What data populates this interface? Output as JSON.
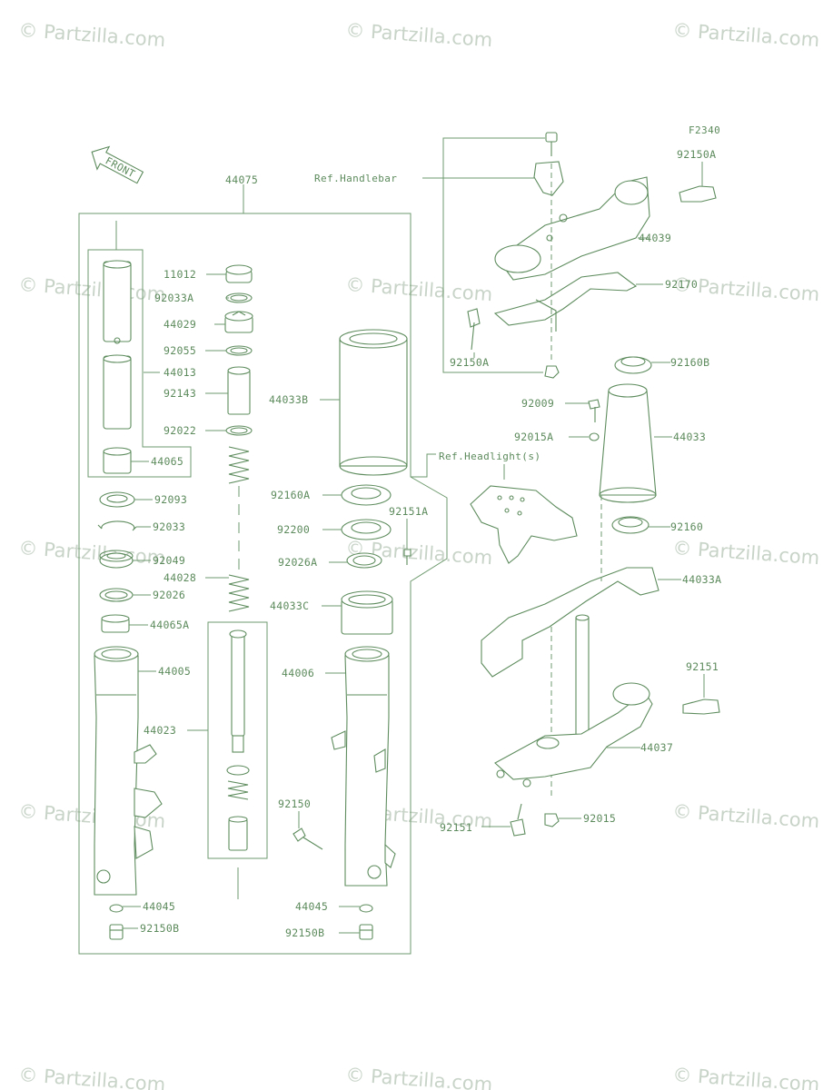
{
  "diagram": {
    "figure_code": "F2340",
    "front_label": "FRONT",
    "watermark_text": "© Partzilla.com",
    "refs": {
      "handlebar": "Ref.Handlebar",
      "headlight": "Ref.Headlight(s)"
    },
    "parts": {
      "p44075": "44075",
      "p11012": "11012",
      "p92033A": "92033A",
      "p44029": "44029",
      "p92055": "92055",
      "p44013": "44013",
      "p92143": "92143",
      "p92022": "92022",
      "p44065": "44065",
      "p92093": "92093",
      "p92033": "92033",
      "p92049": "92049",
      "p44028": "44028",
      "p92026": "92026",
      "p44065A": "44065A",
      "p44005": "44005",
      "p44023": "44023",
      "p44045L": "44045",
      "p92150BL": "92150B",
      "p44033B": "44033B",
      "p92160A": "92160A",
      "p92200": "92200",
      "p92151A": "92151A",
      "p92026A": "92026A",
      "p44033C": "44033C",
      "p44006": "44006",
      "p92150": "92150",
      "p44045R": "44045",
      "p92150BR": "92150B",
      "p92150A_top": "92150A",
      "p44039": "44039",
      "p92170": "92170",
      "p92150A_low": "92150A",
      "p92160B": "92160B",
      "p92009": "92009",
      "p92015A": "92015A",
      "p44033": "44033",
      "p92160": "92160",
      "p44033A": "44033A",
      "p92151": "92151",
      "p44037": "44037",
      "p92151_low": "92151",
      "p92015": "92015"
    }
  }
}
